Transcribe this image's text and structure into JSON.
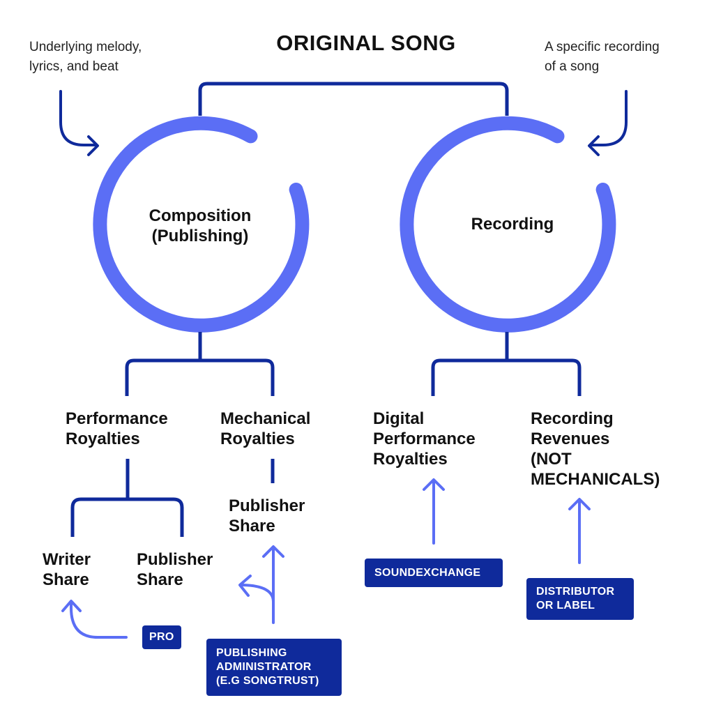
{
  "title": "ORIGINAL SONG",
  "notes": {
    "composition": "Underlying melody,\nlyrics, and beat",
    "recording": "A specific recording\nof a song"
  },
  "circles": {
    "composition": "Composition\n(Publishing)",
    "recording": "Recording"
  },
  "branches": {
    "performance_royalties": "Performance\nRoyalties",
    "mechanical_royalties": "Mechanical\nRoyalties",
    "digital_performance_royalties": "Digital\nPerformance\nRoyalties",
    "recording_revenues": "Recording\nRevenues\n(NOT\nMECHANICALS)",
    "writer_share": "Writer\nShare",
    "publisher_share_performance": "Publisher\nShare",
    "publisher_share_mechanical": "Publisher\nShare"
  },
  "collectors": {
    "pro": "PRO",
    "publishing_administrator": "PUBLISHING\nADMINISTRATOR\n(E.G SONGTRUST)",
    "soundexchange": "SOUNDEXCHANGE",
    "distributor": "DISTRIBUTOR\nOR LABEL"
  },
  "colors": {
    "dark_blue": "#0f2a9b",
    "accent_blue": "#5b6ef5",
    "text": "#111111"
  }
}
